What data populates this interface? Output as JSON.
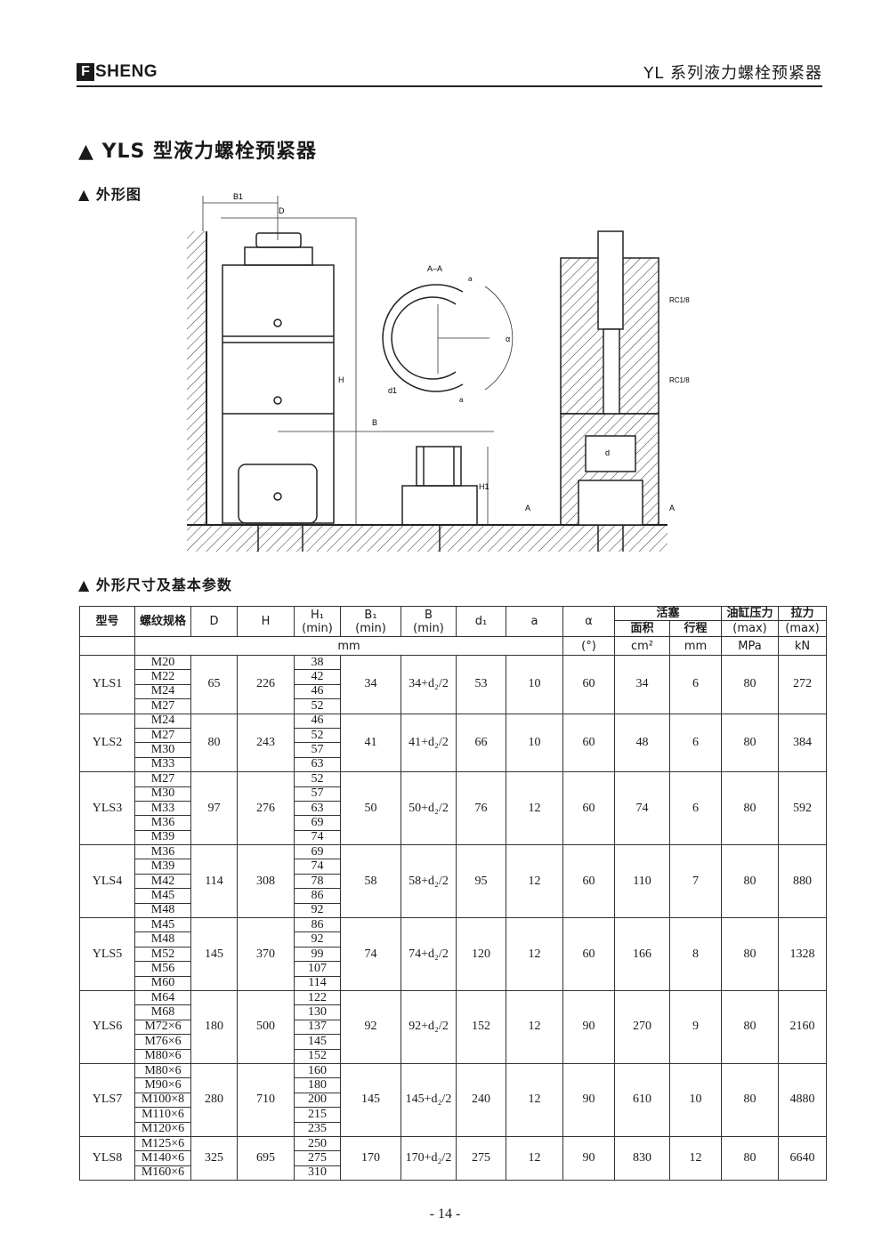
{
  "header": {
    "logo_letter": "F",
    "logo_text": "SHENG",
    "title": "YL 系列液力螺栓预紧器"
  },
  "page_title": "▲ YLS 型液力螺栓预紧器",
  "sections": {
    "outline": "▲ 外形图",
    "params": "▲ 外形尺寸及基本参数"
  },
  "diagram_labels": {
    "b1": "B1",
    "d": "D",
    "h": "H",
    "b": "B",
    "h1": "H1",
    "section": "A–A",
    "a_top": "a",
    "a_bottom": "a",
    "alpha": "α",
    "d1": "d1",
    "rc1": "RC1/8",
    "rc2": "RC1/8",
    "d_small": "d",
    "a_left": "A",
    "a_right": "A"
  },
  "table": {
    "headers": {
      "model": "型号",
      "thread": "螺纹规格",
      "D": "D",
      "H": "H",
      "H1": "H₁",
      "H1_sub": "(min)",
      "B1": "B₁",
      "B1_sub": "(min)",
      "B": "B",
      "B_sub": "(min)",
      "d1": "d₁",
      "a": "a",
      "alpha": "α",
      "piston": "活塞",
      "area": "面积",
      "stroke": "行程",
      "pressure": "油缸压力",
      "pressure_sub": "(max)",
      "force": "拉力",
      "force_sub": "(max)",
      "unit_mm": "mm",
      "unit_deg": "(°)",
      "unit_cm2": "cm²",
      "unit_mm2": "mm",
      "unit_mpa": "MPa",
      "unit_kn": "kN"
    },
    "rows": [
      {
        "model": "YLS1",
        "D": "65",
        "H": "226",
        "B1": "34",
        "B": "34+d₂/2",
        "d1": "53",
        "a": "10",
        "alpha": "60",
        "area": "34",
        "stroke": "6",
        "pressure": "80",
        "force": "272",
        "threads": [
          "M20",
          "M22",
          "M24",
          "M27"
        ],
        "h1": [
          "38",
          "42",
          "46",
          "52"
        ]
      },
      {
        "model": "YLS2",
        "D": "80",
        "H": "243",
        "B1": "41",
        "B": "41+d₂/2",
        "d1": "66",
        "a": "10",
        "alpha": "60",
        "area": "48",
        "stroke": "6",
        "pressure": "80",
        "force": "384",
        "threads": [
          "M24",
          "M27",
          "M30",
          "M33"
        ],
        "h1": [
          "46",
          "52",
          "57",
          "63"
        ]
      },
      {
        "model": "YLS3",
        "D": "97",
        "H": "276",
        "B1": "50",
        "B": "50+d₂/2",
        "d1": "76",
        "a": "12",
        "alpha": "60",
        "area": "74",
        "stroke": "6",
        "pressure": "80",
        "force": "592",
        "threads": [
          "M27",
          "M30",
          "M33",
          "M36",
          "M39"
        ],
        "h1": [
          "52",
          "57",
          "63",
          "69",
          "74"
        ]
      },
      {
        "model": "YLS4",
        "D": "114",
        "H": "308",
        "B1": "58",
        "B": "58+d₂/2",
        "d1": "95",
        "a": "12",
        "alpha": "60",
        "area": "110",
        "stroke": "7",
        "pressure": "80",
        "force": "880",
        "threads": [
          "M36",
          "M39",
          "M42",
          "M45",
          "M48"
        ],
        "h1": [
          "69",
          "74",
          "78",
          "86",
          "92"
        ]
      },
      {
        "model": "YLS5",
        "D": "145",
        "H": "370",
        "B1": "74",
        "B": "74+d₂/2",
        "d1": "120",
        "a": "12",
        "alpha": "60",
        "area": "166",
        "stroke": "8",
        "pressure": "80",
        "force": "1328",
        "threads": [
          "M45",
          "M48",
          "M52",
          "M56",
          "M60"
        ],
        "h1": [
          "86",
          "92",
          "99",
          "107",
          "114"
        ]
      },
      {
        "model": "YLS6",
        "D": "180",
        "H": "500",
        "B1": "92",
        "B": "92+d₂/2",
        "d1": "152",
        "a": "12",
        "alpha": "90",
        "area": "270",
        "stroke": "9",
        "pressure": "80",
        "force": "2160",
        "threads": [
          "M64",
          "M68",
          "M72×6",
          "M76×6",
          "M80×6"
        ],
        "h1": [
          "122",
          "130",
          "137",
          "145",
          "152"
        ]
      },
      {
        "model": "YLS7",
        "D": "280",
        "H": "710",
        "B1": "145",
        "B": "145+d₂/2",
        "d1": "240",
        "a": "12",
        "alpha": "90",
        "area": "610",
        "stroke": "10",
        "pressure": "80",
        "force": "4880",
        "threads": [
          "M80×6",
          "M90×6",
          "M100×8",
          "M110×6",
          "M120×6"
        ],
        "h1": [
          "160",
          "180",
          "200",
          "215",
          "235"
        ]
      },
      {
        "model": "YLS8",
        "D": "325",
        "H": "695",
        "B1": "170",
        "B": "170+d₂/2",
        "d1": "275",
        "a": "12",
        "alpha": "90",
        "area": "830",
        "stroke": "12",
        "pressure": "80",
        "force": "6640",
        "threads": [
          "M125×6",
          "M140×6",
          "M160×6"
        ],
        "h1": [
          "250",
          "275",
          "310"
        ]
      }
    ]
  },
  "page_number": "- 14 -"
}
